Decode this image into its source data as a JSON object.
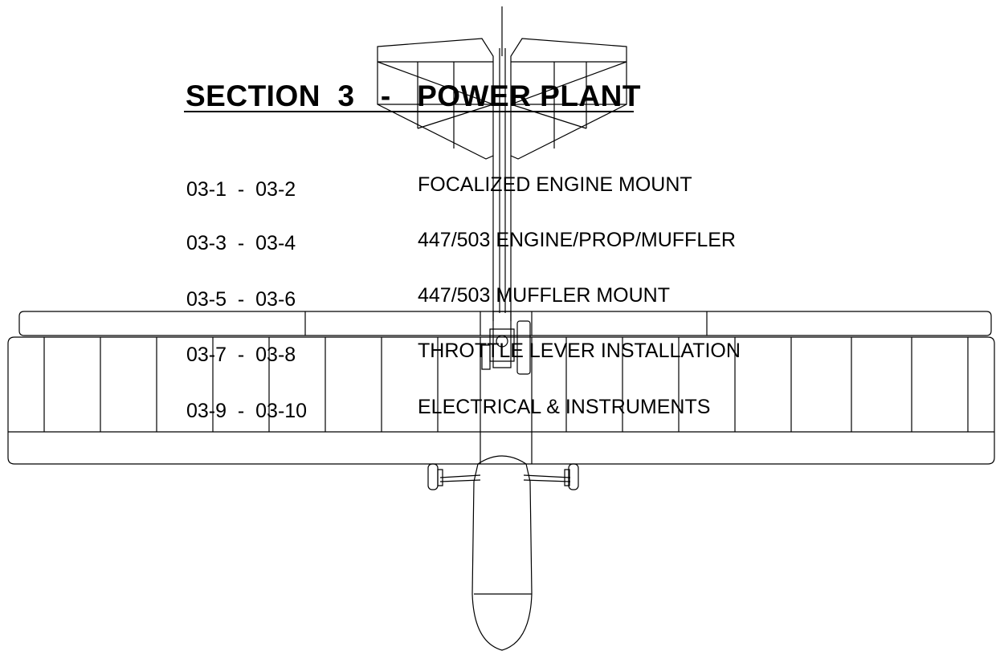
{
  "section": {
    "title": "SECTION  3   -   POWER PLANT"
  },
  "contents": [
    {
      "range": "03-1  -  03-2",
      "description": "FOCALIZED ENGINE MOUNT"
    },
    {
      "range": "03-3  -  03-4",
      "description": "447/503 ENGINE/PROP/MUFFLER"
    },
    {
      "range": "03-5  -  03-6",
      "description": "447/503 MUFFLER MOUNT"
    },
    {
      "range": "03-7  -  03-8",
      "description": "THROTTLE LEVER INSTALLATION"
    },
    {
      "range": "03-9  -  03-10",
      "description": "ELECTRICAL & INSTRUMENTS"
    }
  ]
}
